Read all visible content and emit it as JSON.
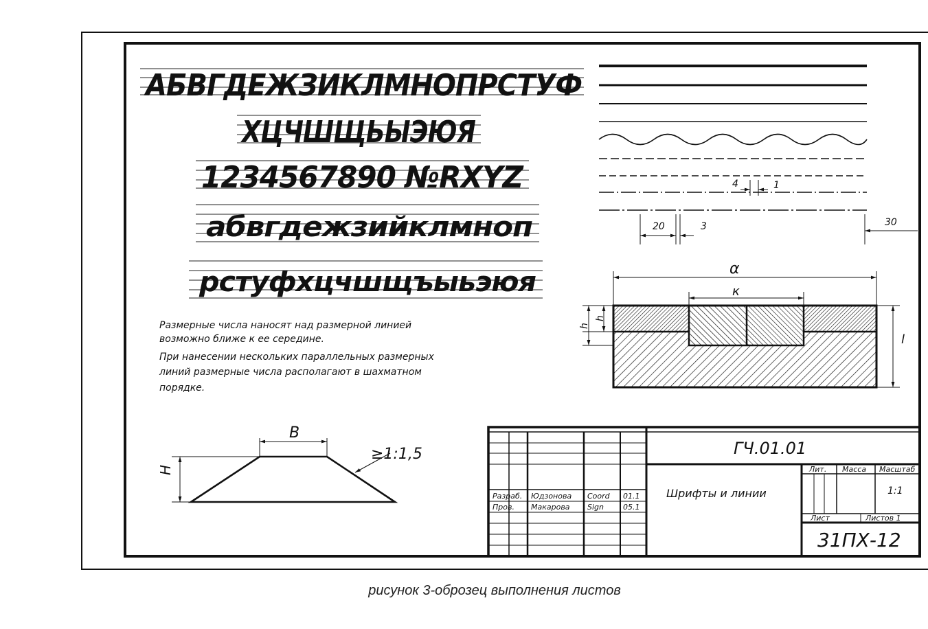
{
  "alphabet": {
    "row1": "АБВГДЕЖЗИКЛМНОПРСТУФ",
    "row2": "ХЦЧШЩЬЫЭЮЯ",
    "row3": "1234567890 №RXYZ",
    "row4": "абвгдежзийклмноп",
    "row5": "рстуфхцчшщъыьэюя"
  },
  "note_lines": [
    "Размерные числа наносят над размерной линией",
    "возможно ближе к ее середине.",
    "При нанесении нескольких параллельных размерных",
    "линий размерные числа располагают в шахматном",
    "порядке."
  ],
  "line_dims": {
    "dim_4": "4",
    "dim_1": "1",
    "dim_20": "20",
    "dim_3": "3",
    "dim_30": "30"
  },
  "section_labels": {
    "a": "α",
    "k": "к",
    "h1": "h",
    "h2": "h",
    "l": "l"
  },
  "trapezoid": {
    "top_label": "В",
    "height_label": "Н",
    "slope_label": "≥1:1,5"
  },
  "title_block": {
    "designation": "ГЧ.01.01",
    "title": "Шрифты и линии",
    "row_developed": [
      "Разраб.",
      "Юдзонова",
      "Coord",
      "01.1"
    ],
    "row_checked": [
      "Пров.",
      "Макарова",
      "Sign",
      "05.1"
    ],
    "col_lit": "Лит.",
    "col_mass": "Масса",
    "col_scale": "Масштаб",
    "scale_value": "1:1",
    "col_sheet": "Лист",
    "col_sheets": "Листов 1",
    "group": "31ПХ-12"
  },
  "caption": "рисунок 3-оброзец выполнения листов"
}
